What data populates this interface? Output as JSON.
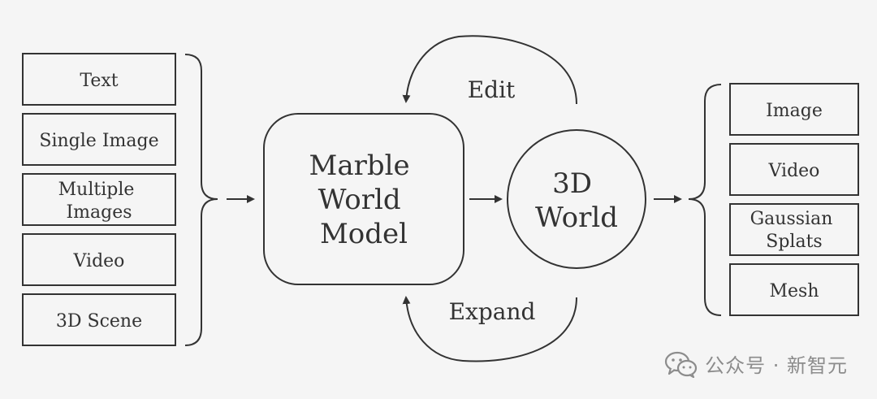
{
  "inputs": [
    "Text",
    "Single Image",
    "Multiple Images",
    "Video",
    "3D Scene"
  ],
  "model": "Marble World Model",
  "world": "3D World",
  "loops": {
    "top": "Edit",
    "bottom": "Expand"
  },
  "outputs": [
    "Image",
    "Video",
    "Gaussian Splats",
    "Mesh"
  ],
  "watermark": {
    "text": "公众号 · 新智元",
    "icon": "wechat-icon"
  },
  "colors": {
    "background": "#f5f5f5",
    "stroke": "#333333",
    "text": "#333333",
    "watermark": "#8c8c8c"
  }
}
